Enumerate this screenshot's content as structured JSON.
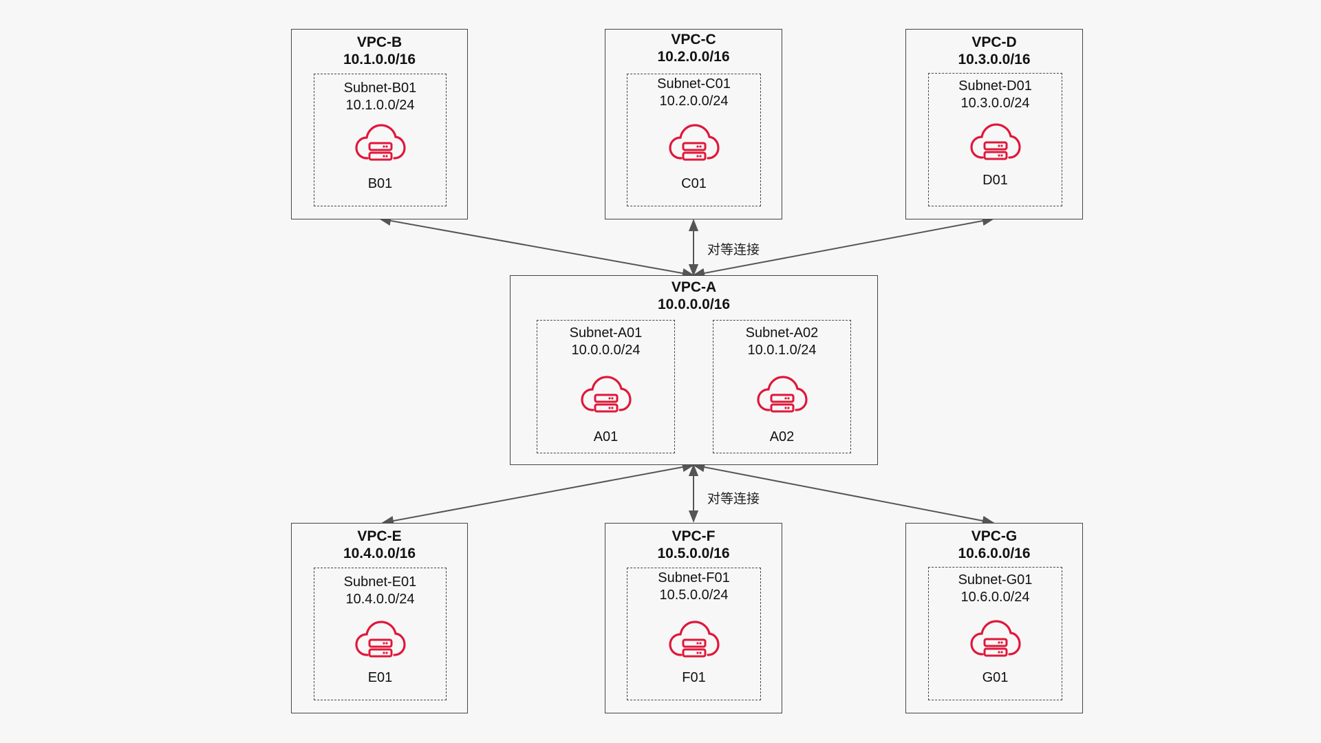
{
  "connection_label": "对等连接",
  "colors": {
    "icon": "#e0173a",
    "border": "#444444",
    "arrow": "#555555",
    "background": "#f7f7f7"
  },
  "icon_name": "cloud-server-icon",
  "vpcs": {
    "a": {
      "name": "VPC-A",
      "cidr": "10.0.0.0/16",
      "subnets": [
        {
          "name": "Subnet-A01",
          "cidr": "10.0.0.0/24",
          "server": "A01"
        },
        {
          "name": "Subnet-A02",
          "cidr": "10.0.1.0/24",
          "server": "A02"
        }
      ]
    },
    "b": {
      "name": "VPC-B",
      "cidr": "10.1.0.0/16",
      "subnet": {
        "name": "Subnet-B01",
        "cidr": "10.1.0.0/24",
        "server": "B01"
      }
    },
    "c": {
      "name": "VPC-C",
      "cidr": "10.2.0.0/16",
      "subnet": {
        "name": "Subnet-C01",
        "cidr": "10.2.0.0/24",
        "server": "C01"
      }
    },
    "d": {
      "name": "VPC-D",
      "cidr": "10.3.0.0/16",
      "subnet": {
        "name": "Subnet-D01",
        "cidr": "10.3.0.0/24",
        "server": "D01"
      }
    },
    "e": {
      "name": "VPC-E",
      "cidr": "10.4.0.0/16",
      "subnet": {
        "name": "Subnet-E01",
        "cidr": "10.4.0.0/24",
        "server": "E01"
      }
    },
    "f": {
      "name": "VPC-F",
      "cidr": "10.5.0.0/16",
      "subnet": {
        "name": "Subnet-F01",
        "cidr": "10.5.0.0/24",
        "server": "F01"
      }
    },
    "g": {
      "name": "VPC-G",
      "cidr": "10.6.0.0/16",
      "subnet": {
        "name": "Subnet-G01",
        "cidr": "10.6.0.0/24",
        "server": "G01"
      }
    }
  }
}
